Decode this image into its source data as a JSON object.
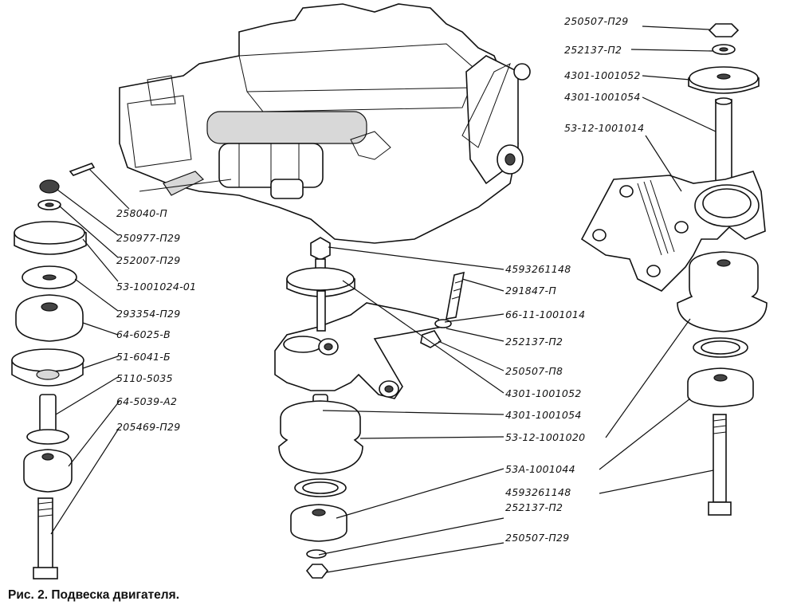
{
  "caption": "Рис. 2. Подвеска двигателя.",
  "left_stack_labels": {
    "l1": "258040-П",
    "l2": "250977-П29",
    "l3": "252007-П29",
    "l4": "53-1001024-01",
    "l5": "293354-П29",
    "l6": "64-6025-В",
    "l7": "51-6041-Б",
    "l8": "5110-5035",
    "l9": "64-5039-А2",
    "l10": "205469-П29"
  },
  "middle_labels": {
    "m1": "4593261148",
    "m2": "291847-П",
    "m3": "66-11-1001014",
    "m4": "252137-П2",
    "m5": "250507-П8",
    "m6": "4301-1001052",
    "m7": "4301-1001054",
    "m8": "53-12-1001020",
    "m9": "53А-1001044",
    "m10": "4593261148",
    "m11": "252137-П2",
    "m12": "250507-П29"
  },
  "right_top_labels": {
    "r1": "250507-П29",
    "r2": "252137-П2",
    "r3": "4301-1001052",
    "r4": "4301-1001054",
    "r5": "53-12-1001014"
  }
}
